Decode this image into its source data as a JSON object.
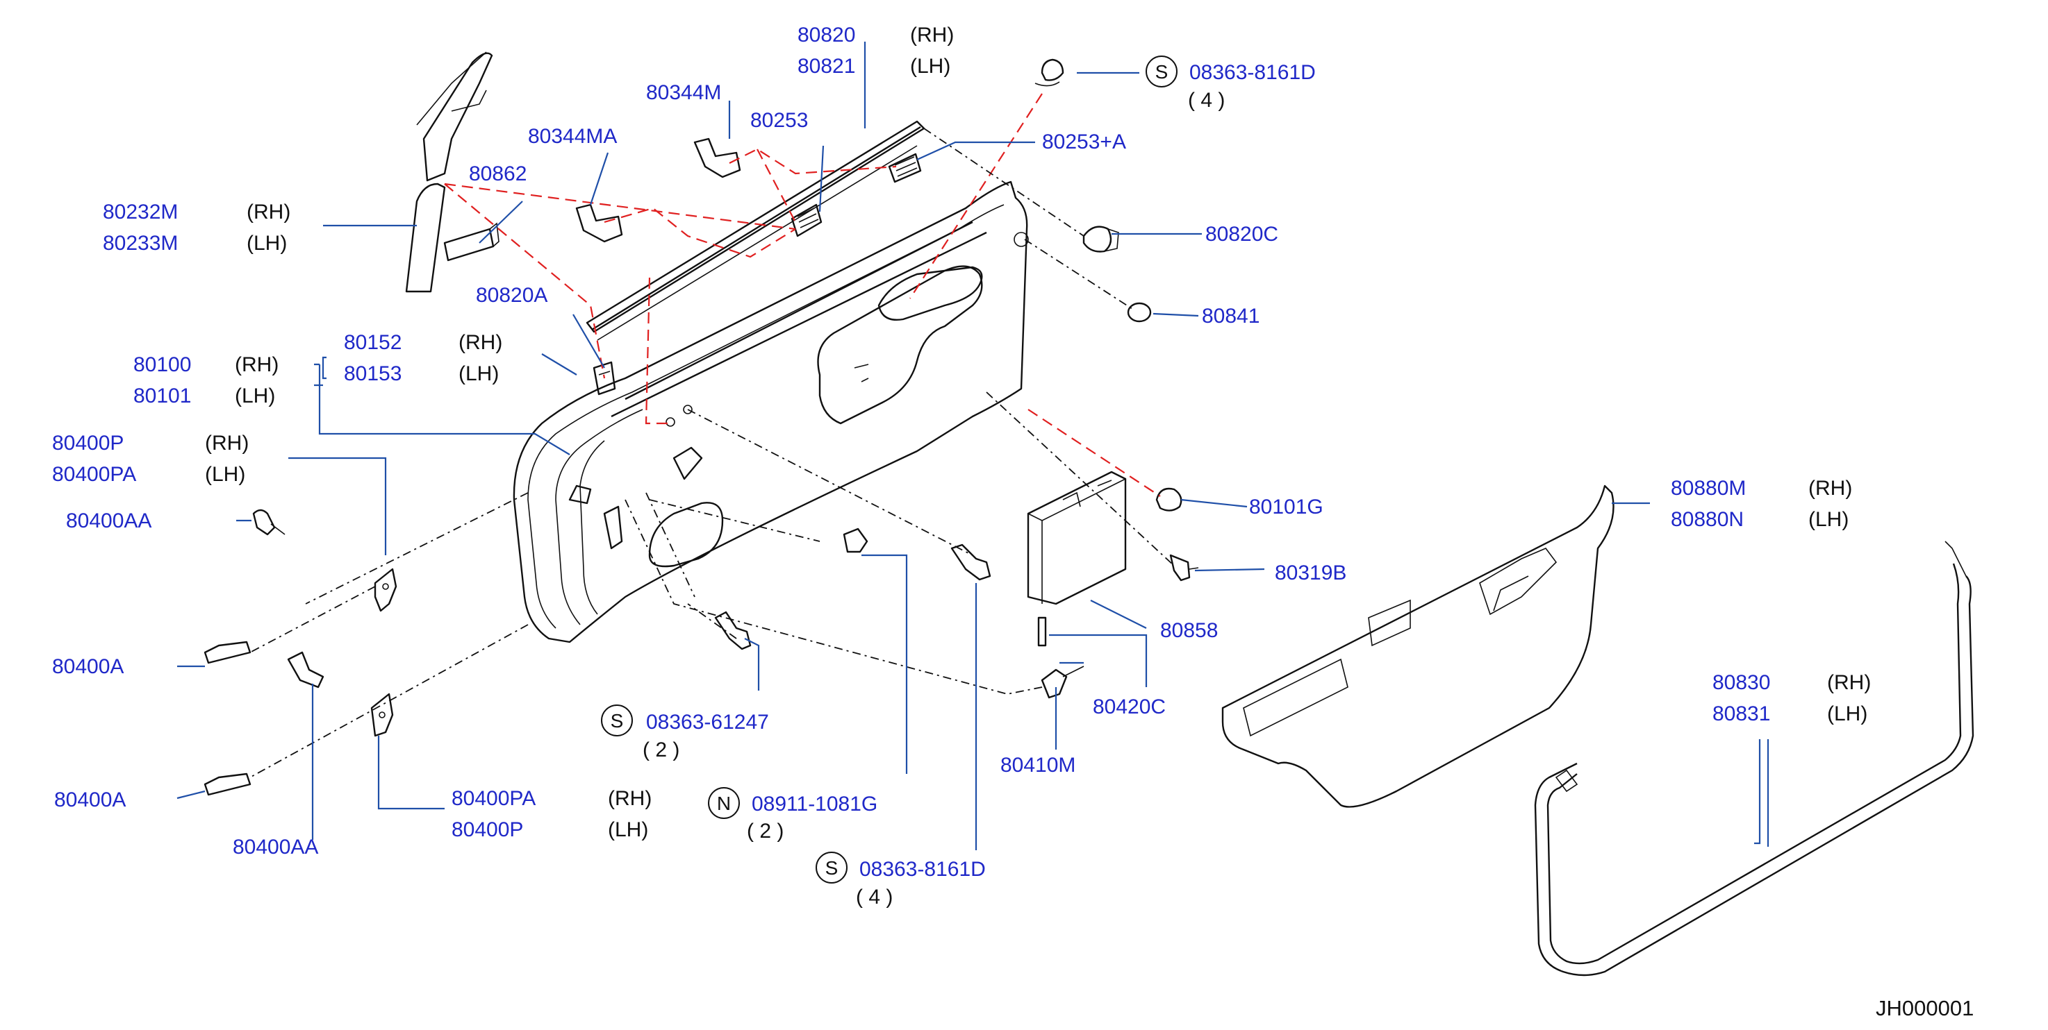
{
  "labels": {
    "p80820": "80820",
    "p80820_side": "(RH)",
    "p80821": "80821",
    "p80821_side": "(LH)",
    "p80344M": "80344M",
    "p80253": "80253",
    "p80344MA": "80344MA",
    "p80253A": "80253+A",
    "p08363_8161D_top": "08363-8161D",
    "qty_top": "( 4 )",
    "p80862": "80862",
    "p80232M": "80232M",
    "p80232M_side": "(RH)",
    "p80233M": "80233M",
    "p80233M_side": "(LH)",
    "p80820C": "80820C",
    "p80820A": "80820A",
    "p80841": "80841",
    "p80152": "80152",
    "p80152_side": "(RH)",
    "p80153": "80153",
    "p80153_side": "(LH)",
    "p80100": "80100",
    "p80100_side": "(RH)",
    "p80101": "80101",
    "p80101_side": "(LH)",
    "p80400P": "80400P",
    "p80400P_side": "(RH)",
    "p80400PA": "80400PA",
    "p80400PA_side": "(LH)",
    "p80400AA_left": "80400AA",
    "p80101G": "80101G",
    "p80880M": "80880M",
    "p80880M_side": "(RH)",
    "p80880N": "80880N",
    "p80880N_side": "(LH)",
    "p80319B": "80319B",
    "p80858": "80858",
    "p80400A_1": "80400A",
    "p80420C": "80420C",
    "p08363_61247": "08363-61247",
    "qty_61247": "( 2 )",
    "p80830": "80830",
    "p80830_side": "(RH)",
    "p80831": "80831",
    "p80831_side": "(LH)",
    "p80410M": "80410M",
    "p80400A_2": "80400A",
    "p80400PA_b": "80400PA",
    "p80400PA_b_side": "(RH)",
    "p80400P_b": "80400P",
    "p80400P_b_side": "(LH)",
    "p08911_1081G": "08911-1081G",
    "qty_1081G": "( 2 )",
    "p80400AA_bottom": "80400AA",
    "p08363_8161D_bottom": "08363-8161D",
    "qty_bottom": "( 4 )",
    "mark_S": "S",
    "mark_N": "N",
    "diagram_ref": "JH000001"
  },
  "colors": {
    "part_number": "#1f28c8",
    "leader_line": "#1f4fa8",
    "red_dash": "#e02020",
    "linework": "#111111"
  }
}
